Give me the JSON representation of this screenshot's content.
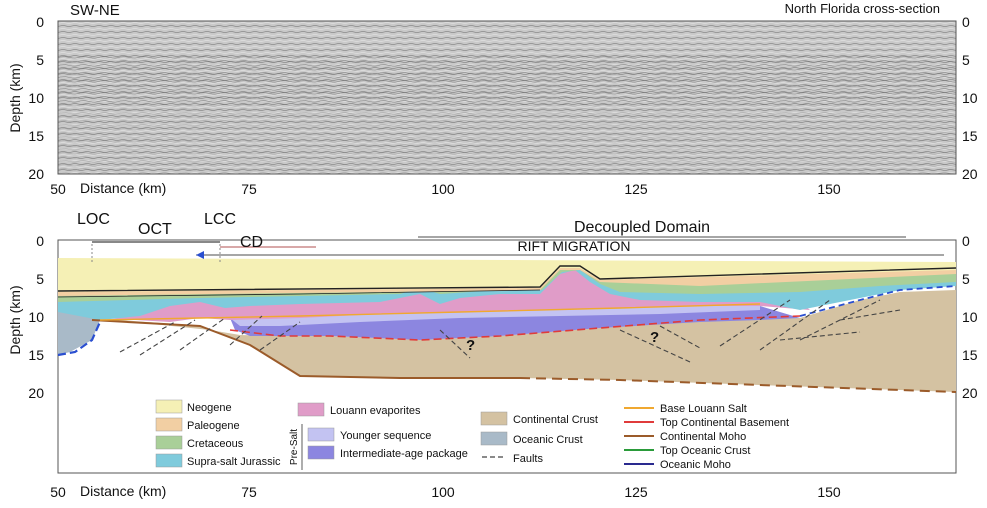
{
  "panel_top": {
    "label_left": "SW-NE",
    "label_right": "North Florida cross-section",
    "y_axis_label": "Depth (km)",
    "x_axis_label": "Distance (km)",
    "y_ticks": [
      "0",
      "5",
      "10",
      "15",
      "20"
    ],
    "x_ticks": [
      "50",
      "75",
      "100",
      "125",
      "150"
    ]
  },
  "panel_bottom": {
    "y_axis_label": "Depth (km)",
    "x_axis_label": "Distance (km)",
    "y_ticks": [
      "0",
      "5",
      "10",
      "15",
      "20"
    ],
    "x_ticks": [
      "50",
      "75",
      "100",
      "125",
      "150"
    ],
    "annotations": {
      "loc": "LOC",
      "oct": "OCT",
      "lcc": "LCC",
      "cd": "CD",
      "decoupled": "Decoupled Domain",
      "rift": "RIFT MIGRATION",
      "question": "?"
    }
  },
  "legend": {
    "presalt_label": "Pre-Salt",
    "units": [
      {
        "label": "Neogene",
        "color": "#f5f0b5"
      },
      {
        "label": "Paleogene",
        "color": "#f2cfa3"
      },
      {
        "label": "Cretaceous",
        "color": "#a9cf98"
      },
      {
        "label": "Supra-salt Jurassic",
        "color": "#7fcbdc"
      },
      {
        "label": "Louann evaporites",
        "color": "#e09cc8"
      },
      {
        "label": "Younger sequence",
        "color": "#c3c3f2"
      },
      {
        "label": "Intermediate-age package",
        "color": "#8c86e0"
      },
      {
        "label": "Continental Crust",
        "color": "#d4c2a2"
      },
      {
        "label": "Oceanic Crust",
        "color": "#a9bac8"
      }
    ],
    "faults_label": "Faults",
    "lines": [
      {
        "label": "Base Louann Salt",
        "color": "#f0a830"
      },
      {
        "label": "Top Continental Basement",
        "color": "#e03b3b"
      },
      {
        "label": "Continental Moho",
        "color": "#9b5b2a"
      },
      {
        "label": "Top Oceanic Crust",
        "color": "#2a9b3a"
      },
      {
        "label": "Oceanic Moho",
        "color": "#2a2a8f"
      }
    ]
  }
}
